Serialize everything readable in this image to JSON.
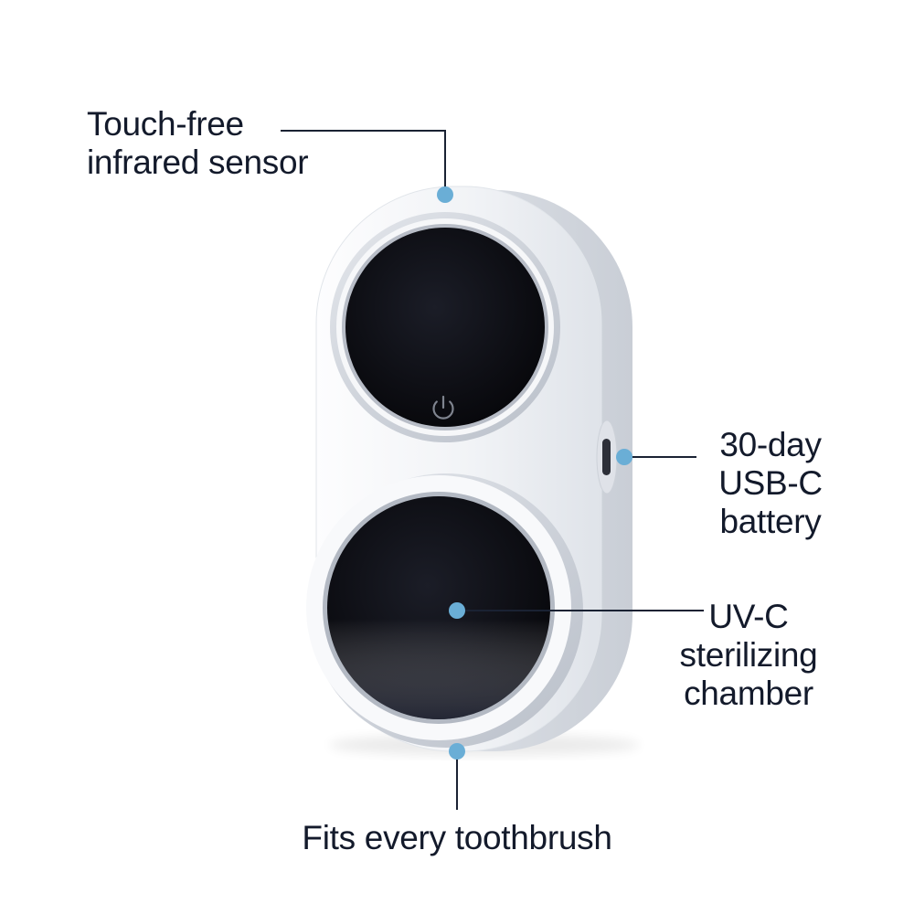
{
  "callouts": {
    "sensor": {
      "line1": "Touch-free",
      "line2": "infrared sensor"
    },
    "battery": {
      "line1": "30-day",
      "line2": "USB-C",
      "line3": "battery"
    },
    "chamber": {
      "line1": "UV-C",
      "line2": "sterilizing",
      "line3": "chamber"
    },
    "fits": {
      "text": "Fits every toothbrush"
    }
  },
  "icons": {
    "power": "power-icon",
    "usb_port": "usb-c-port-icon"
  },
  "colors": {
    "label_text": "#131a2b",
    "callout_line": "#1a2233",
    "callout_dot": "#6aaed6",
    "device_body": "#f3f5f8",
    "lens": "#0b0c12"
  }
}
